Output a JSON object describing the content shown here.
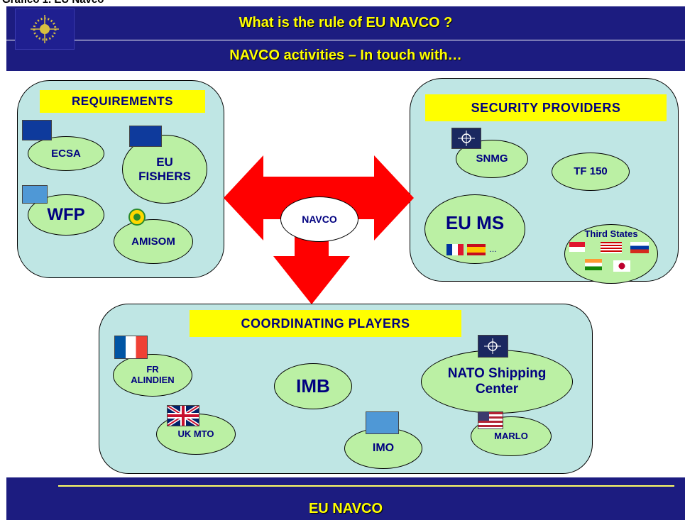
{
  "caption": "Grafico 1. EU Navco",
  "header": {
    "title": "What is the rule of EU NAVCO ?",
    "subtitle": "NAVCO activities – In touch with…"
  },
  "center": {
    "label": "NAVCO"
  },
  "requirements": {
    "title": "REQUIREMENTS",
    "nodes": {
      "ecsa": "ECSA",
      "eu_fishers": "EU\nFISHERS",
      "wfp": "WFP",
      "amisom": "AMISOM"
    }
  },
  "security": {
    "title": "SECURITY PROVIDERS",
    "nodes": {
      "snmg": "SNMG",
      "tf150": "TF 150",
      "eu_ms": "EU MS",
      "eu_ms_more": "…",
      "third_states": "Third States"
    }
  },
  "coordinating": {
    "title": "COORDINATING PLAYERS",
    "nodes": {
      "fr": "FR\nALINDIEN",
      "imb": "IMB",
      "nato": "NATO Shipping\nCenter",
      "uk": "UK MTO",
      "imo": "IMO",
      "marlo": "MARLO"
    }
  },
  "footer": {
    "label": "EU NAVCO"
  },
  "colors": {
    "navy": "#1c1c80",
    "yellow": "#ffff00",
    "panel": "#bfe6e4",
    "node": "#bbf0a4",
    "arrow": "#ff0000",
    "text": "#000080"
  }
}
